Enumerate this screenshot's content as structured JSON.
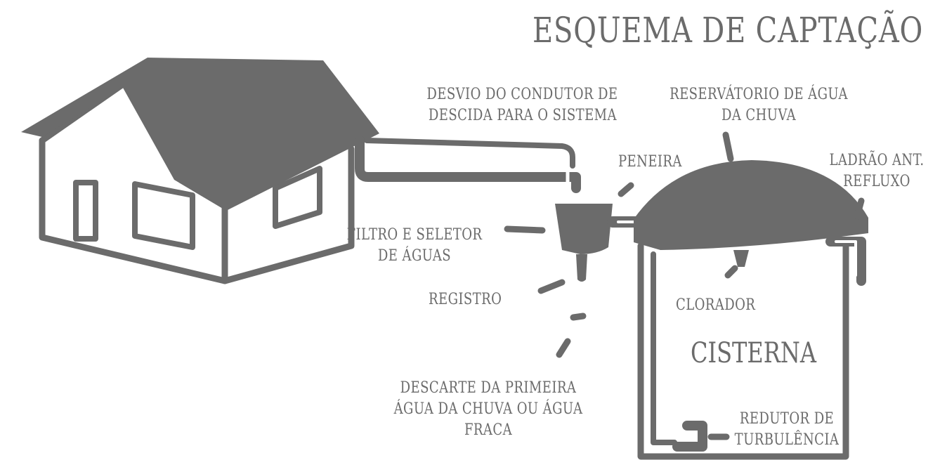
{
  "title": "ESQUEMA DE CAPTAÇÃO",
  "labels": {
    "desvio": [
      "DESVIO DO CONDUTOR DE",
      "DESCIDA PARA O SISTEMA"
    ],
    "reservatorio": [
      "RESERVÁTORIO DE ÁGUA",
      "DA CHUVA"
    ],
    "peneira": "PENEIRA",
    "ladrao": [
      "LADRÃO ANT.",
      "REFLUXO"
    ],
    "filtro": [
      "FILTRO E SELETOR",
      "DE ÁGUAS"
    ],
    "registro": "REGISTRO",
    "clorador": "CLORADOR",
    "cisterna": "CISTERNA",
    "descarte": [
      "DESCARTE DA PRIMEIRA",
      "ÁGUA DA CHUVA OU ÁGUA",
      "FRACA"
    ],
    "redutor": [
      "REDUTOR DE",
      "TURBULÊNCIA"
    ]
  },
  "colors": {
    "ink": "#6b6b6b",
    "background": "#ffffff"
  }
}
